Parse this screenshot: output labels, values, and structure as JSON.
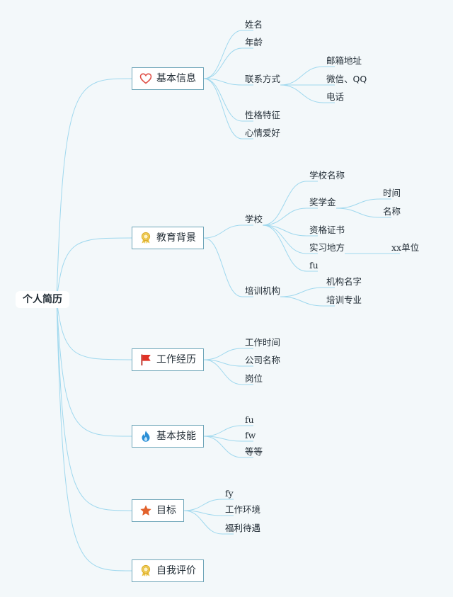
{
  "root": "个人简历",
  "branches": [
    {
      "label": "基本信息",
      "icon": "heart-icon",
      "children": [
        {
          "label": "姓名"
        },
        {
          "label": "年龄"
        },
        {
          "label": "联系方式",
          "children": [
            {
              "label": "邮箱地址"
            },
            {
              "label": "微信、QQ"
            },
            {
              "label": "电话"
            }
          ]
        },
        {
          "label": "性格特征"
        },
        {
          "label": "心情爱好"
        }
      ]
    },
    {
      "label": "教育背景",
      "icon": "award-ribbon-icon",
      "children": [
        {
          "label": "学校",
          "children": [
            {
              "label": "学校名称"
            },
            {
              "label": "奖学金",
              "children": [
                {
                  "label": "时间"
                },
                {
                  "label": "名称"
                }
              ]
            },
            {
              "label": "资格证书"
            },
            {
              "label": "实习地方",
              "children": [
                {
                  "label": "xx单位"
                }
              ]
            },
            {
              "label": "fu"
            }
          ]
        },
        {
          "label": "培训机构",
          "children": [
            {
              "label": "机构名字"
            },
            {
              "label": "培训专业"
            }
          ]
        }
      ]
    },
    {
      "label": "工作经历",
      "icon": "red-flag-icon",
      "children": [
        {
          "label": "工作时间"
        },
        {
          "label": "公司名称"
        },
        {
          "label": "岗位"
        }
      ]
    },
    {
      "label": "基本技能",
      "icon": "blue-flame-icon",
      "children": [
        {
          "label": "fu"
        },
        {
          "label": "fw"
        },
        {
          "label": "等等"
        }
      ]
    },
    {
      "label": "目标",
      "icon": "orange-star-icon",
      "children": [
        {
          "label": "fy"
        },
        {
          "label": "工作环境"
        },
        {
          "label": "福利待遇"
        }
      ]
    },
    {
      "label": "自我评价",
      "icon": "award-ribbon-icon",
      "children": []
    }
  ],
  "colors": {
    "background": "#f3f8fa",
    "link": "#9fd8ee",
    "box_border": "#6fa6b9",
    "heart": "#e0524a",
    "ribbon": "#e8c040",
    "flag": "#e03226",
    "flame": "#2b8fd6",
    "star": "#e2622c"
  }
}
